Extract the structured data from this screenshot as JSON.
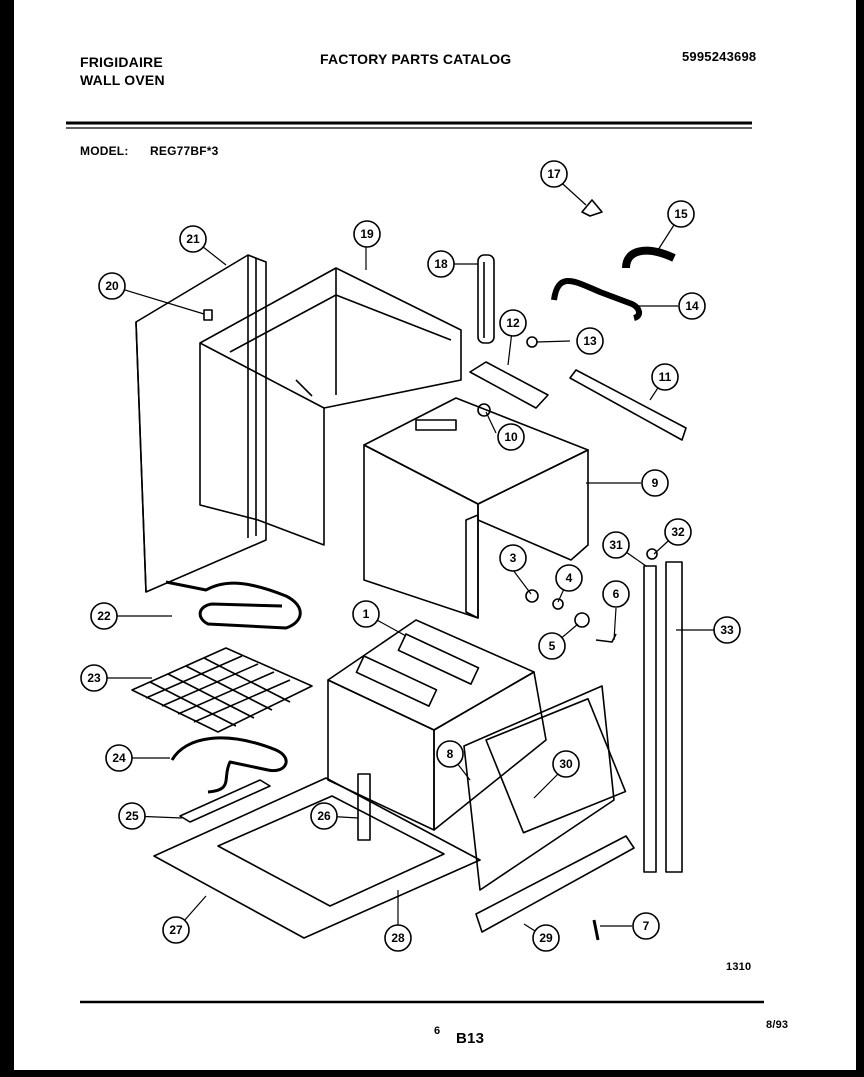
{
  "header": {
    "brand": "FRIGIDAIRE",
    "product": "WALL OVEN",
    "catalog_title": "FACTORY PARTS CATALOG",
    "part_number": "5995243698"
  },
  "model": {
    "label": "MODEL:",
    "value": "REG77BF*3"
  },
  "callouts": [
    "1",
    "3",
    "4",
    "5",
    "6",
    "7",
    "8",
    "9",
    "10",
    "11",
    "12",
    "13",
    "14",
    "15",
    "17",
    "18",
    "19",
    "20",
    "21",
    "22",
    "23",
    "24",
    "25",
    "26",
    "27",
    "28",
    "29",
    "30",
    "31",
    "32",
    "33"
  ],
  "footer": {
    "figure_number": "1310",
    "page_number": "6",
    "section_code": "B13",
    "date": "8/93"
  }
}
